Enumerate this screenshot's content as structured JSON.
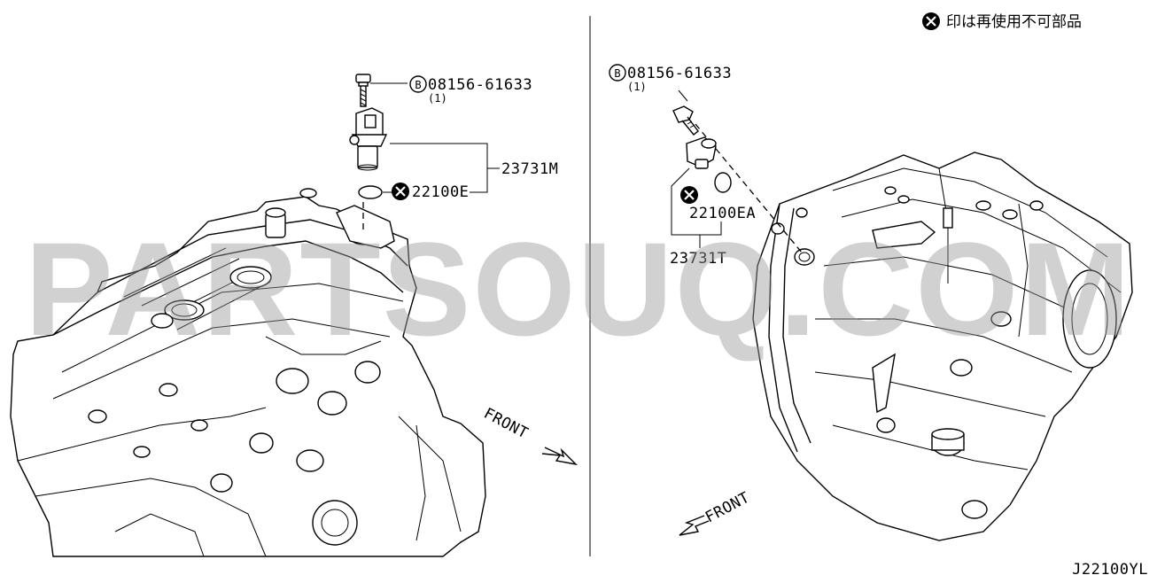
{
  "header_note": {
    "icon": "x-circle-icon",
    "text": "印は再使用不可部品"
  },
  "watermark": "PARTSOUQ.COM",
  "diagram_code": "J22100YL",
  "left_panel": {
    "bolt": {
      "badge": "B",
      "part_no": "08156-61633",
      "qty": "(1)"
    },
    "seal": {
      "part_no": "22100E",
      "non_reusable": true
    },
    "sensor": {
      "part_no": "23731M"
    },
    "direction": "FRONT"
  },
  "right_panel": {
    "bolt": {
      "badge": "B",
      "part_no": "08156-61633",
      "qty": "(1)"
    },
    "seal": {
      "part_no": "22100EA",
      "non_reusable": true
    },
    "sensor": {
      "part_no": "23731T"
    },
    "direction": "FRONT"
  }
}
